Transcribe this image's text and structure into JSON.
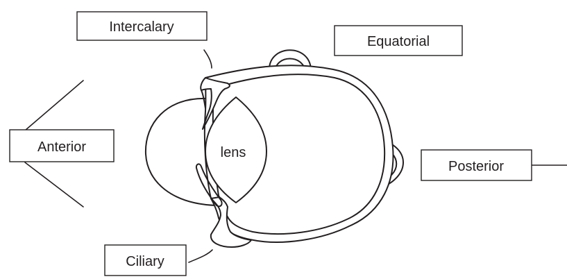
{
  "labels": {
    "intercalary": "Intercalary",
    "equatorial": "Equatorial",
    "anterior": "Anterior",
    "posterior": "Posterior",
    "ciliary": "Ciliary",
    "lens": "lens"
  },
  "colors": {
    "stroke": "#231f20",
    "background": "#ffffff"
  }
}
